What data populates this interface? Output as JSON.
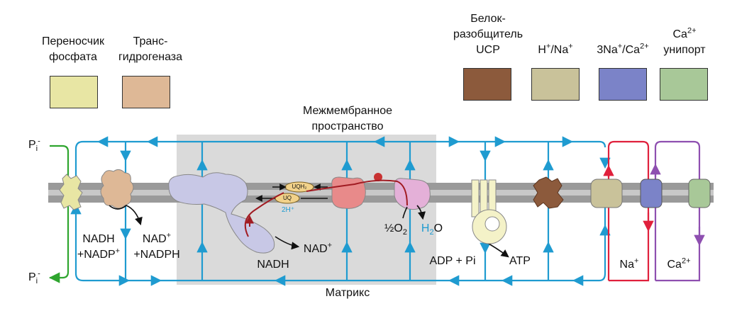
{
  "legend": {
    "phosphate_carrier": {
      "label_line1": "Переносчик",
      "label_line2": "фосфата",
      "color": "#E8E6A4"
    },
    "transhydrogenase": {
      "label_line1": "Транс-",
      "label_line2": "гидрогеназа",
      "color": "#DEB896"
    },
    "ucp": {
      "label_line1": "Белок-",
      "label_line2": "разобщитель",
      "label_line3": "UCP",
      "color": "#8C5A3C"
    },
    "h_na": {
      "label_pre": "H",
      "label_sup1": "+",
      "label_mid": "/Na",
      "label_sup2": "+",
      "color": "#C9C29A"
    },
    "na_ca": {
      "label_pre": "3Na",
      "label_sup1": "+",
      "label_mid": "/Ca",
      "label_sup2": "2+",
      "color": "#7B83C8"
    },
    "ca_uniport": {
      "label_pre": "Ca",
      "label_sup": "2+",
      "label_line2": "унипорт",
      "color": "#A8C898"
    }
  },
  "compartments": {
    "intermembrane": {
      "line1": "Межмембранное",
      "line2": "пространство"
    },
    "matrix": "Матрикс"
  },
  "labels": {
    "pi_top": {
      "main": "P",
      "sub": "i",
      "sup": "-"
    },
    "pi_bottom": {
      "main": "P",
      "sub": "i",
      "sup": "-"
    },
    "nadh_nadp": {
      "line1": "NADH",
      "line2": "+NADP",
      "sup": "+"
    },
    "nad_nadph": {
      "line1": "NAD",
      "sup": "+",
      "line2": "+NADPH"
    },
    "nadh": "NADH",
    "nad": {
      "main": "NAD",
      "sup": "+"
    },
    "uqh2": "UQH₂",
    "uq": "UQ",
    "two_h": "2H⁺",
    "half_o2": {
      "main": "½O",
      "sub": "2"
    },
    "h2o": {
      "h": "H",
      "sub": "2",
      "o": "O"
    },
    "adp_pi": "ADP + Pi",
    "atp": "ATP",
    "na": {
      "main": "Na",
      "sup": "+"
    },
    "ca": {
      "main": "Ca",
      "sup": "2+"
    }
  },
  "colors": {
    "proton_arrow": "#1F9BD0",
    "phosphate_arrow": "#2EA52E",
    "sodium_arrow": "#E0203C",
    "calcium_arrow": "#8E4FB0",
    "electron_path": "#A11B22",
    "membrane": "#9A9A9A",
    "shaded_region": "#DADADA"
  }
}
